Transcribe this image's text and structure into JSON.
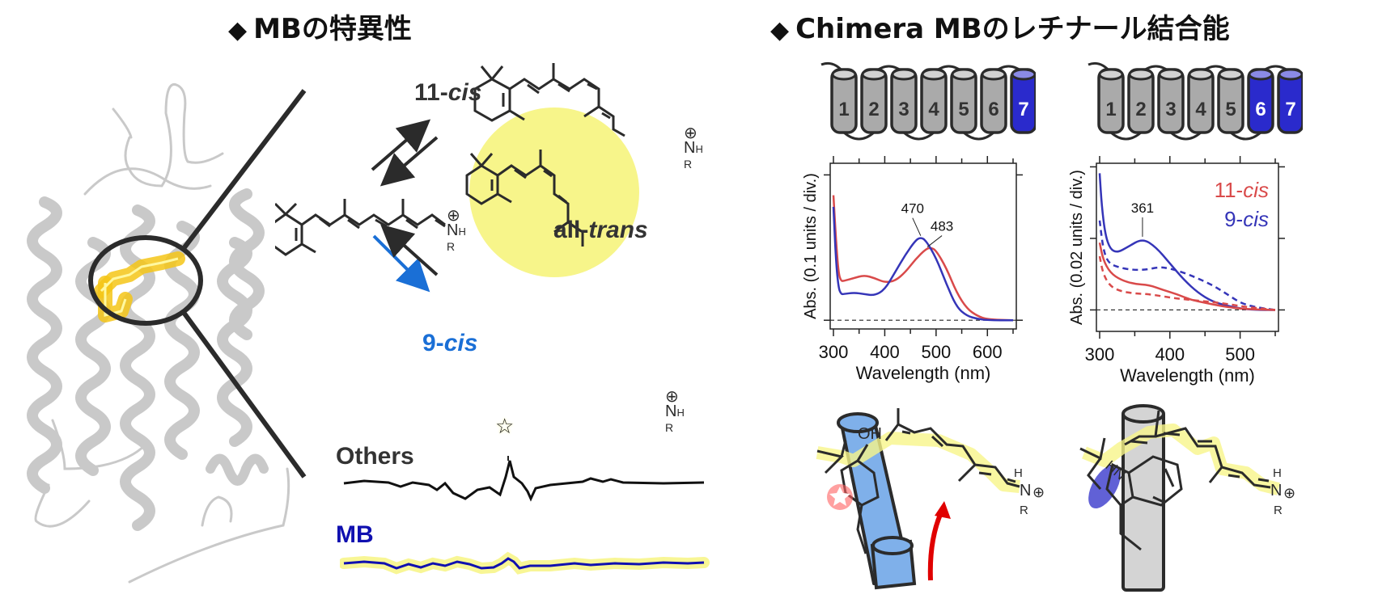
{
  "left_panel": {
    "title_symbol": "◆",
    "title": "MBの特異性",
    "isomers": {
      "cis11": {
        "prefix": "11-",
        "suffix": "cis"
      },
      "alltrans": {
        "prefix": "all-",
        "suffix": "trans"
      },
      "cis9": {
        "prefix": "9-",
        "suffix": "cis"
      }
    },
    "schiff_base": {
      "n": "N",
      "h": "H",
      "r": "R",
      "charge": "⊕"
    },
    "traces": {
      "others_label": "Others",
      "mb_label": "MB",
      "star_marker": "☆"
    },
    "colors": {
      "cis9_blue": "#1a6fd6",
      "mb_blue": "#1010b0",
      "highlight_yellow": "#f7f58a",
      "protein_gray": "#c8c8c8"
    }
  },
  "right_panel": {
    "title_symbol": "◆",
    "title": "Chimera MBのレチナール結合能",
    "helix_diagrams": [
      {
        "helices": [
          "1",
          "2",
          "3",
          "4",
          "5",
          "6",
          "7"
        ],
        "highlighted": [
          "7"
        ]
      },
      {
        "helices": [
          "1",
          "2",
          "3",
          "4",
          "5",
          "6",
          "7"
        ],
        "highlighted": [
          "6",
          "7"
        ]
      }
    ],
    "colors": {
      "helix_gray": "#aaaaaa",
      "helix_blue": "#2a2acc",
      "series_red": "#d94a4a",
      "series_blue": "#3535b8"
    },
    "bottom_labels": {
      "oh": "OH",
      "hn": "HN",
      "n": "N",
      "h": "H",
      "r": "R",
      "charge": "⊕"
    }
  },
  "chart_data": [
    {
      "type": "line",
      "title": "",
      "xlabel": "Wavelength (nm)",
      "ylabel": "Abs. (0.1 units / div.)",
      "xlim": [
        300,
        650
      ],
      "ylim": [
        -0.06,
        1.08
      ],
      "xticks": [
        300,
        400,
        500,
        600
      ],
      "grid": false,
      "baseline_dashed": true,
      "annotations": [
        {
          "text": "470",
          "x": 470,
          "series": "blue"
        },
        {
          "text": "483",
          "x": 483,
          "series": "red"
        }
      ],
      "series": [
        {
          "name": "red",
          "color": "#d94a4a",
          "dashed": false,
          "x": [
            300,
            305,
            310,
            315,
            320,
            340,
            360,
            380,
            400,
            420,
            440,
            460,
            480,
            490,
            500,
            520,
            540,
            560,
            580,
            600,
            650
          ],
          "y": [
            0.86,
            0.55,
            0.32,
            0.27,
            0.27,
            0.29,
            0.31,
            0.29,
            0.26,
            0.27,
            0.33,
            0.42,
            0.49,
            0.5,
            0.48,
            0.36,
            0.19,
            0.08,
            0.03,
            0.005,
            0.0
          ]
        },
        {
          "name": "blue",
          "color": "#3535b8",
          "dashed": false,
          "x": [
            300,
            305,
            310,
            315,
            320,
            340,
            360,
            380,
            400,
            420,
            440,
            460,
            470,
            480,
            500,
            520,
            540,
            560,
            580,
            600,
            650
          ],
          "y": [
            0.78,
            0.4,
            0.22,
            0.18,
            0.18,
            0.19,
            0.18,
            0.17,
            0.21,
            0.33,
            0.45,
            0.55,
            0.57,
            0.55,
            0.43,
            0.25,
            0.09,
            0.03,
            0.01,
            0.0,
            0.0
          ]
        }
      ]
    },
    {
      "type": "line",
      "title": "",
      "xlabel": "Wavelength (nm)",
      "ylabel": "Abs. (0.02 units / div.)",
      "xlim": [
        300,
        550
      ],
      "ylim": [
        -0.3,
        2.05
      ],
      "xticks": [
        300,
        400,
        500
      ],
      "grid": false,
      "baseline_dashed": true,
      "legend": {
        "position": "top-right",
        "entries": [
          {
            "prefix": "11-",
            "suffix": "cis",
            "color": "#d94a4a"
          },
          {
            "prefix": "9-",
            "suffix": "cis",
            "color": "#3535b8"
          }
        ]
      },
      "annotations": [
        {
          "text": "361",
          "x": 361,
          "series": "9-cis solid"
        }
      ],
      "series": [
        {
          "name": "9-cis solid",
          "color": "#3535b8",
          "dashed": false,
          "x": [
            300,
            303,
            308,
            315,
            325,
            340,
            361,
            380,
            400,
            420,
            440,
            460,
            480,
            500,
            520,
            550
          ],
          "y": [
            1.91,
            1.45,
            1.05,
            0.85,
            0.8,
            0.88,
            1.0,
            0.88,
            0.65,
            0.42,
            0.24,
            0.12,
            0.06,
            0.02,
            0.0,
            0.0
          ]
        },
        {
          "name": "9-cis dashed",
          "color": "#3535b8",
          "dashed": true,
          "x": [
            300,
            305,
            312,
            325,
            345,
            365,
            385,
            400,
            420,
            440,
            460,
            480,
            500,
            520,
            550
          ],
          "y": [
            1.25,
            0.85,
            0.66,
            0.6,
            0.56,
            0.56,
            0.6,
            0.58,
            0.52,
            0.44,
            0.35,
            0.23,
            0.1,
            0.04,
            0.0
          ]
        },
        {
          "name": "11-cis solid",
          "color": "#d94a4a",
          "dashed": false,
          "x": [
            300,
            305,
            315,
            330,
            350,
            370,
            390,
            410,
            430,
            450,
            470,
            490,
            510,
            550
          ],
          "y": [
            0.94,
            0.7,
            0.52,
            0.42,
            0.36,
            0.35,
            0.28,
            0.22,
            0.14,
            0.1,
            0.06,
            0.03,
            0.01,
            0.0
          ]
        },
        {
          "name": "11-cis dashed",
          "color": "#d94a4a",
          "dashed": true,
          "x": [
            300,
            305,
            315,
            330,
            350,
            370,
            390,
            410,
            430,
            450,
            470,
            490,
            510,
            550
          ],
          "y": [
            0.75,
            0.5,
            0.33,
            0.26,
            0.23,
            0.22,
            0.19,
            0.16,
            0.14,
            0.12,
            0.1,
            0.07,
            0.04,
            0.0
          ]
        }
      ]
    }
  ]
}
